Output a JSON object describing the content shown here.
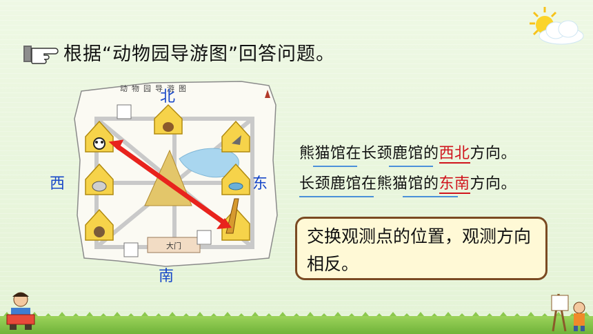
{
  "title": "根据“动物园导游图”回答问题。",
  "map": {
    "heading": "动物园导游图",
    "gate_label": "大门"
  },
  "directions": {
    "north": "北",
    "south": "南",
    "west": "西",
    "east": "东"
  },
  "questions": {
    "q1_before": "熊猫馆在长颈鹿馆的",
    "q1_answer": "西北",
    "q1_after": "方向。",
    "q2_before": "长颈鹿馆在熊猫馆的",
    "q2_answer": "东南",
    "q2_after": "方向。"
  },
  "conclusion": "交换观测点的位置，观测方向相反。",
  "colors": {
    "answer": "#d0141d",
    "direction": "#1747c8",
    "arrow": "#e8231d",
    "box_border": "#7a4a22"
  }
}
